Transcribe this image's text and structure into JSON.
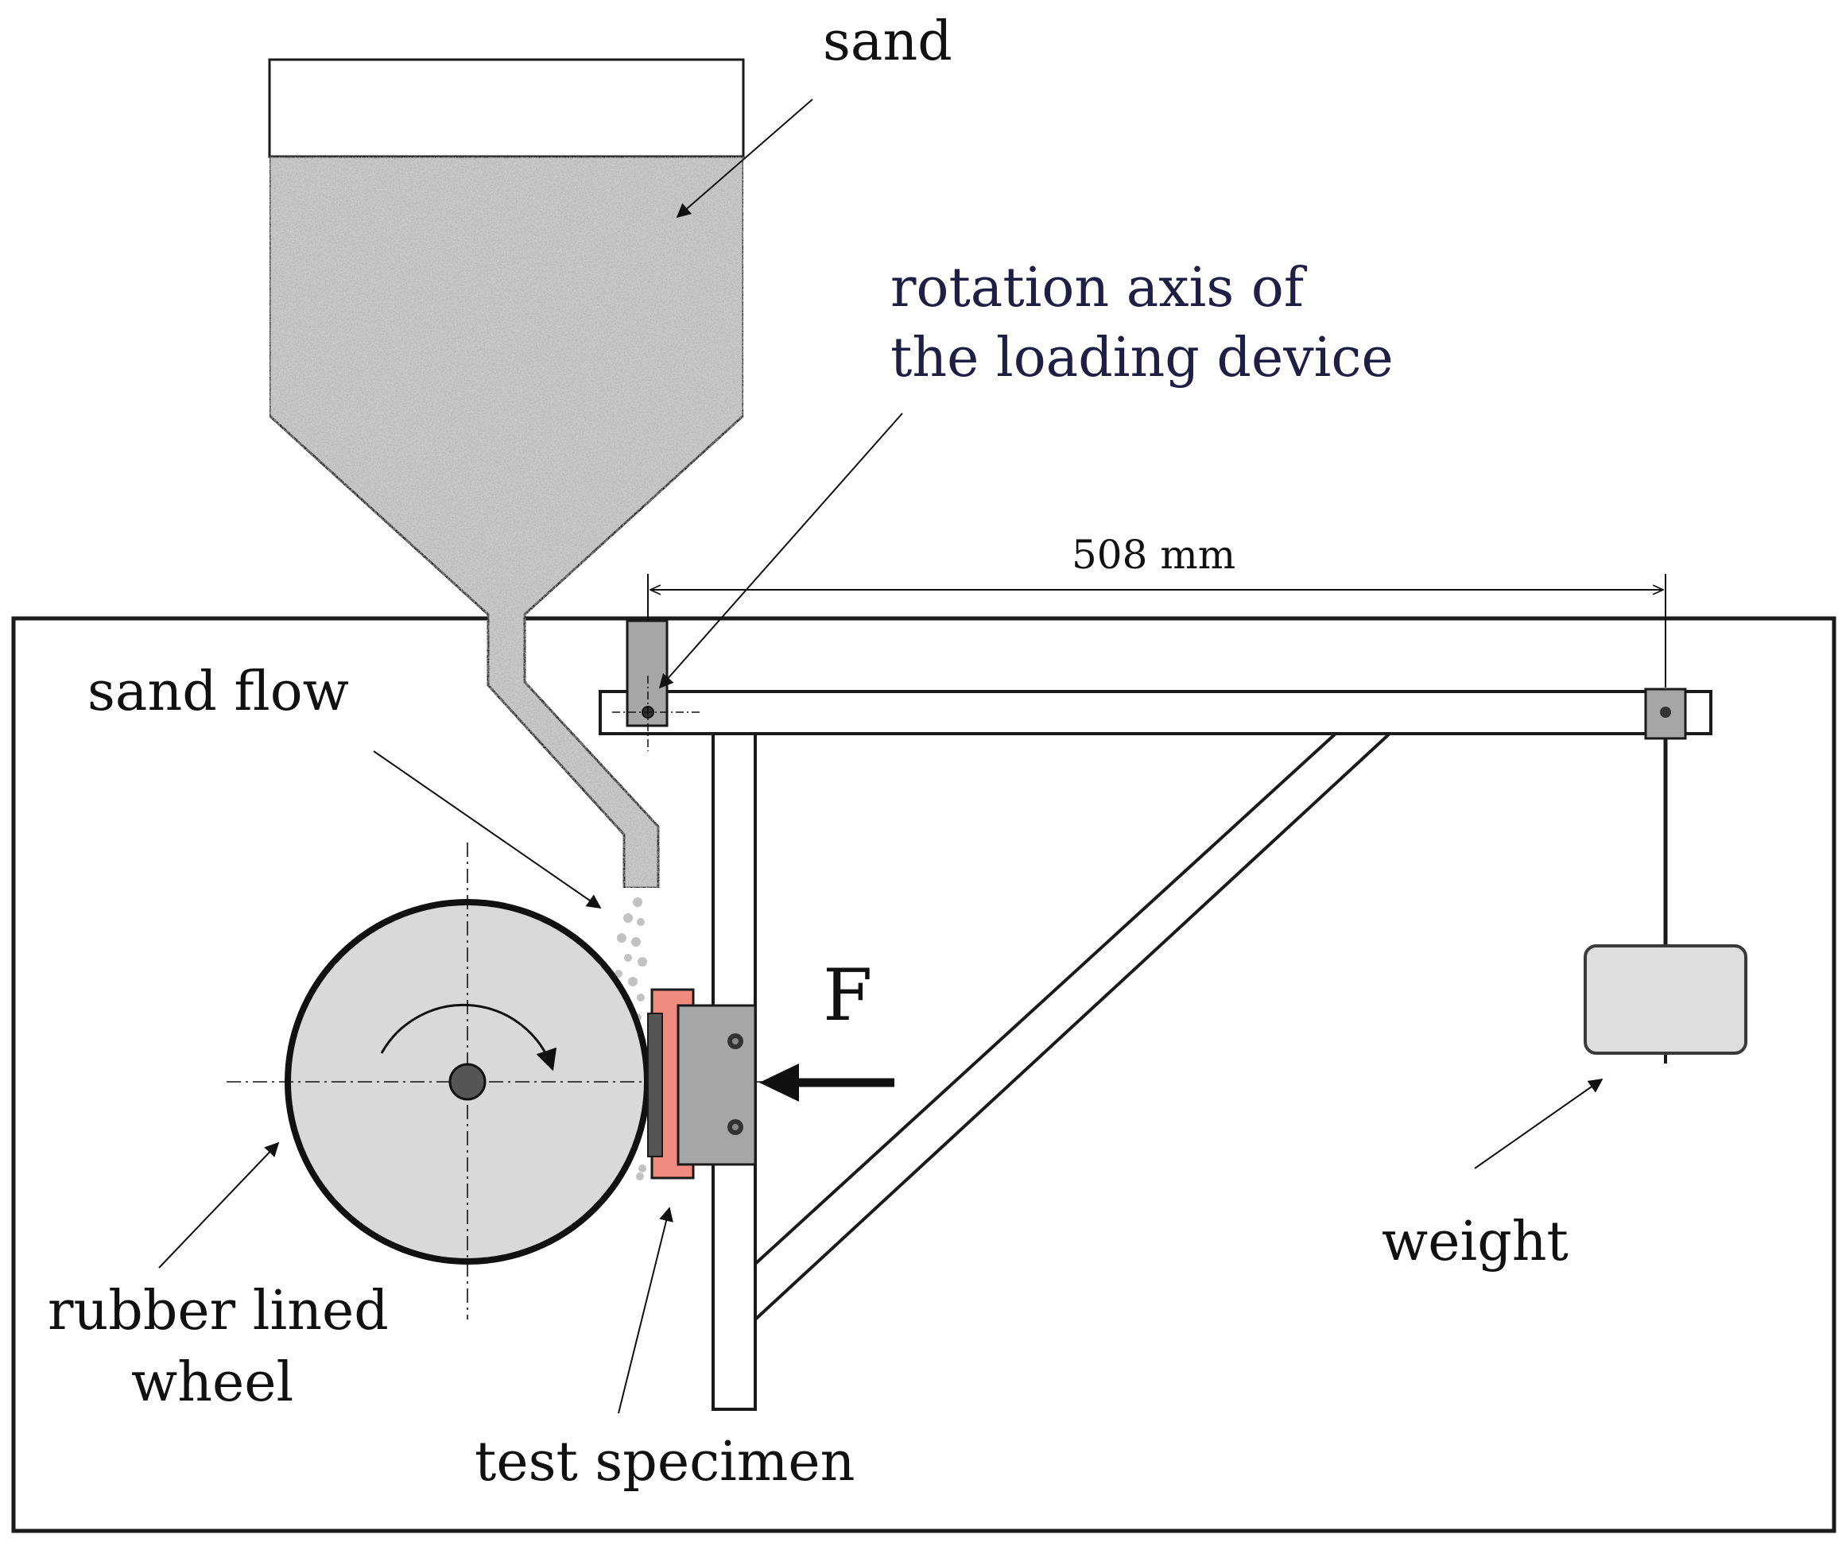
{
  "labels": {
    "sand": "sand",
    "rotation_axis_line1": "rotation axis of",
    "rotation_axis_line2": "the loading device",
    "dimension": "508 mm",
    "sand_flow": "sand flow",
    "force": "F",
    "rubber_wheel_line1": "rubber lined",
    "rubber_wheel_line2": "wheel",
    "test_specimen": "test specimen",
    "weight": "weight"
  },
  "colors": {
    "sand_fill": "#c9c9c9",
    "wheel_fill": "#d9d9d9",
    "specimen": "#f08b80",
    "holder": "#a6a6a6",
    "weight_fill": "#dedede",
    "outline": "#1a1a1a"
  }
}
